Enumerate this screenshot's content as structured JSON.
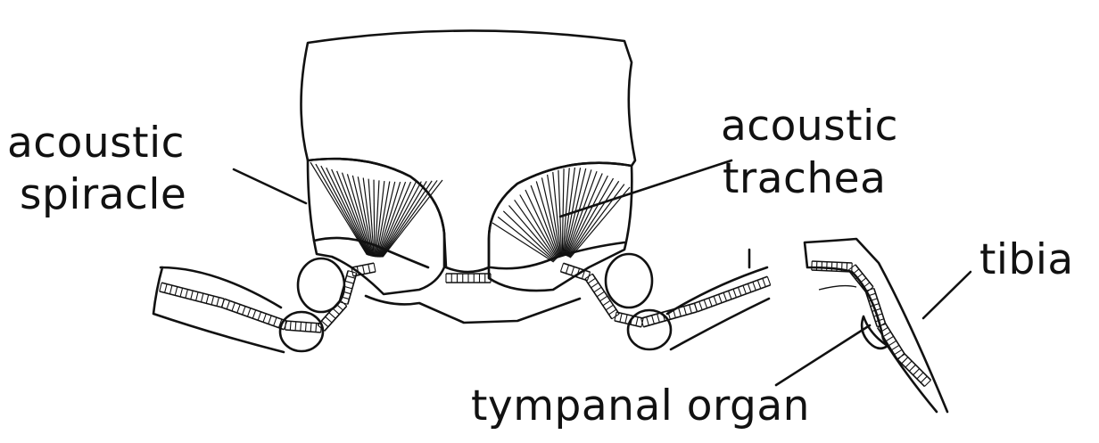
{
  "labels": {
    "acoustic_spiracle_line1": "acoustic",
    "acoustic_spiracle_line2": "spiracle",
    "acoustic_trachea_line1": "acoustic",
    "acoustic_trachea_line2": "trachea",
    "tibia": "tibia",
    "tympanal_organ": "tympanal organ"
  },
  "colors": {
    "ink": "#111111",
    "background": "#ffffff"
  }
}
